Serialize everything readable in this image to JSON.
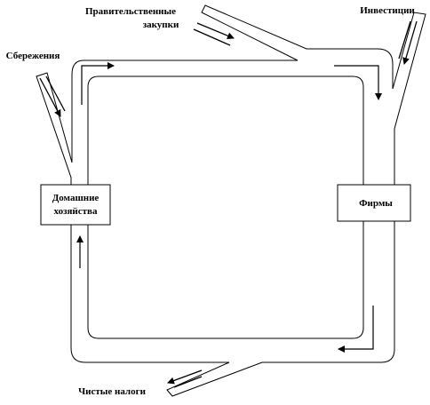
{
  "diagram": {
    "nodes": {
      "households": {
        "line1": "Домашние",
        "line2": "хозяйства"
      },
      "firms": {
        "label": "Фирмы"
      }
    },
    "flows": {
      "government": {
        "line1": "Правительственные",
        "line2": "закупки"
      },
      "investment": {
        "label": "Инвестиции"
      },
      "savings": {
        "label": "Сбережения"
      },
      "net_taxes": {
        "label": "Чистые налоги"
      }
    },
    "colors": {
      "line": "#000000",
      "background": "#ffffff"
    }
  }
}
